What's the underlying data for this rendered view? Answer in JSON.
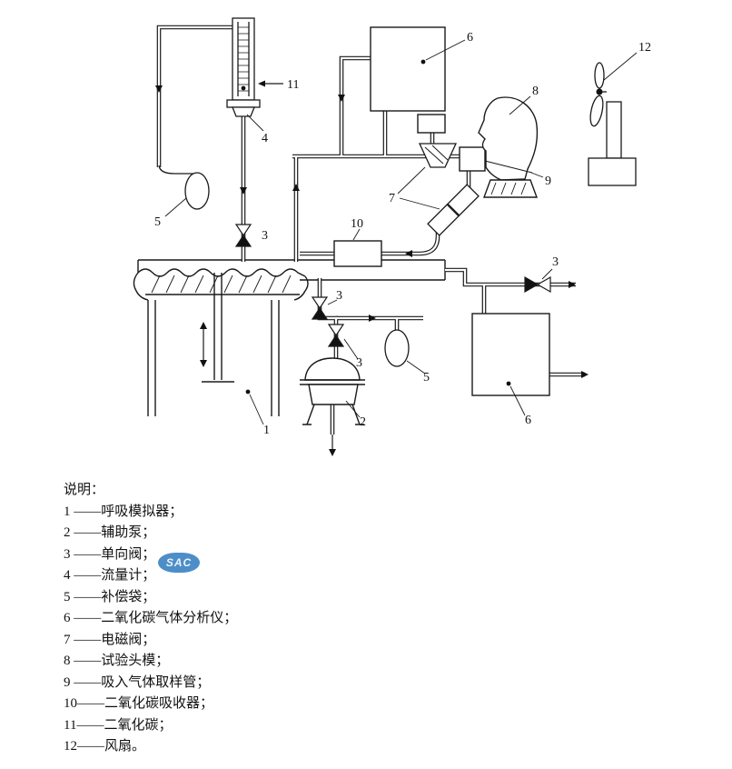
{
  "diagram": {
    "callouts": [
      {
        "id": "co2-supply-label",
        "num": "11"
      },
      {
        "id": "flowmeter-label",
        "num": "4"
      },
      {
        "id": "compensation-bag-left-label",
        "num": "5"
      },
      {
        "id": "check-valve-flowmeter-label",
        "num": "3"
      },
      {
        "id": "analyzer-top-label",
        "num": "6"
      },
      {
        "id": "solenoid-valve-label",
        "num": "7"
      },
      {
        "id": "test-headform-label",
        "num": "8"
      },
      {
        "id": "sampling-tube-label",
        "num": "9"
      },
      {
        "id": "fan-label",
        "num": "12"
      },
      {
        "id": "co2-absorber-label",
        "num": "10"
      },
      {
        "id": "check-valve-right-label",
        "num": "3"
      },
      {
        "id": "check-valve-pump1-label",
        "num": "3"
      },
      {
        "id": "check-valve-pump2-label",
        "num": "3"
      },
      {
        "id": "compensation-bag-right-label",
        "num": "5"
      },
      {
        "id": "breathing-simulator-label",
        "num": "1"
      },
      {
        "id": "auxiliary-pump-label",
        "num": "2"
      },
      {
        "id": "analyzer-bottom-label",
        "num": "6"
      }
    ]
  },
  "legend": {
    "title": "说明：",
    "items": [
      "1 ——呼吸模拟器；",
      "2 ——辅助泵；",
      "3 ——单向阀；",
      "4 ——流量计；",
      "5 ——补偿袋；",
      "6 ——二氧化碳气体分析仪；",
      "7 ——电磁阀；",
      "8 ——试验头模；",
      "9 ——吸入气体取样管；",
      "10——二氧化碳吸收器；",
      "11——二氧化碳；",
      "12——风扇。"
    ]
  },
  "watermark": {
    "text": "SAC"
  },
  "colors": {
    "line": "#1a1a1a",
    "watermark_blue": "#2e7bbf"
  }
}
